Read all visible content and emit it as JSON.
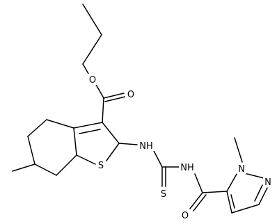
{
  "atoms": {
    "O_ester": "O",
    "O_carbonyl_ester": "O",
    "NH_thiophene": "NH",
    "S_ring": "S",
    "S_thione": "S",
    "NH_amide": "NH",
    "N_methyl": "N",
    "N_ring": "N",
    "O_amide": "O"
  }
}
